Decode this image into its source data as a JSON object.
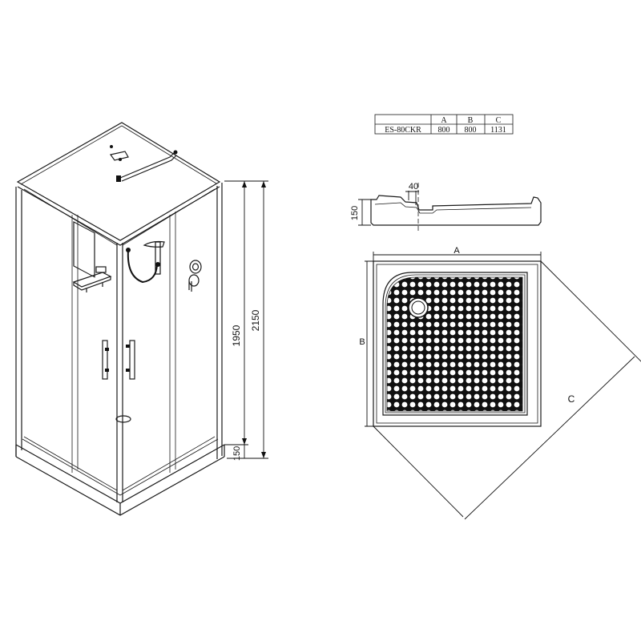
{
  "spec_table": {
    "headers": [
      "",
      "A",
      "B",
      "C"
    ],
    "row": [
      "ES-80CKR",
      "800",
      "800",
      "1131"
    ]
  },
  "cabin": {
    "dim_total": "2150",
    "dim_door": "1950",
    "dim_base": "150"
  },
  "tray_profile": {
    "dim_height": "150",
    "dim_step": "40"
  },
  "tray_plan": {
    "label_a": "A",
    "label_b": "B",
    "label_c": "C"
  },
  "colors": {
    "line": "#1a1a1a",
    "background": "#ffffff"
  }
}
